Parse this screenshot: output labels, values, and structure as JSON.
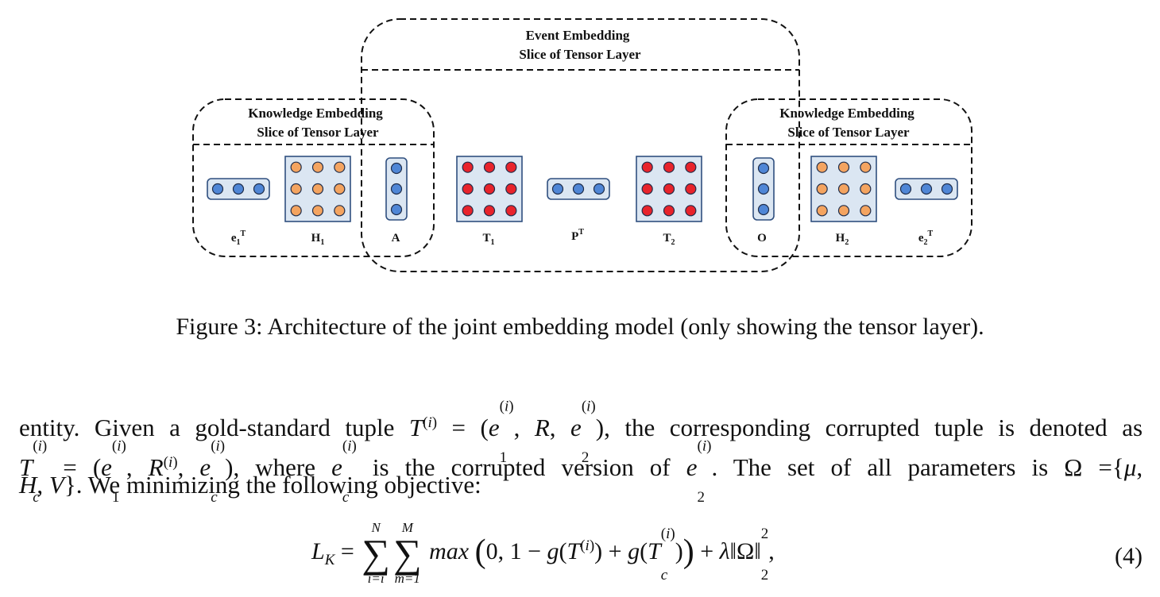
{
  "figure": {
    "event_title_line1": "Event Embedding",
    "event_title_line2": "Slice of Tensor Layer",
    "kn_left_title_line1": "Knowledge Embedding",
    "kn_left_title_line2": "Slice of Tensor Layer",
    "kn_right_title_line1": "Knowledge Embedding",
    "kn_right_title_line2": "Slice of Tensor Layer",
    "labels": {
      "e1T": {
        "base": "e",
        "sub": "1",
        "sup": "T"
      },
      "H1": {
        "base": "H",
        "sub": "1"
      },
      "A": {
        "base": "A"
      },
      "T1": {
        "base": "T",
        "sub": "1"
      },
      "PT": {
        "base": "P",
        "sup": "T"
      },
      "T2": {
        "base": "T",
        "sub": "2"
      },
      "O": {
        "base": "O"
      },
      "H2": {
        "base": "H",
        "sub": "2"
      },
      "e2T": {
        "base": "e",
        "sub": "2",
        "sup": "T"
      }
    },
    "colors": {
      "blue_node": "#4f86d6",
      "orange_node": "#f4a460",
      "red_node": "#e8232b",
      "box_fill": "#dbe6f2",
      "box_stroke": "#2f4f7f"
    }
  },
  "caption": "Figure 3: Architecture of the joint embedding model (only showing the tensor layer).",
  "paragraph": {
    "line1_a": "entity. Given a gold-standard tuple",
    "line1_b": ", the corresponding corrupted tuple is denoted as",
    "line2_a": ", where",
    "line2_b": "is the corrupted version of",
    "line2_c": ". The set of all parameters is",
    "line3_a": ". We minimizing the following objective:"
  },
  "equation": {
    "number": "(4)",
    "sum1_upper": "N",
    "sum1_lower": "i=i",
    "sum2_upper": "M",
    "sum2_lower": "m=1"
  }
}
